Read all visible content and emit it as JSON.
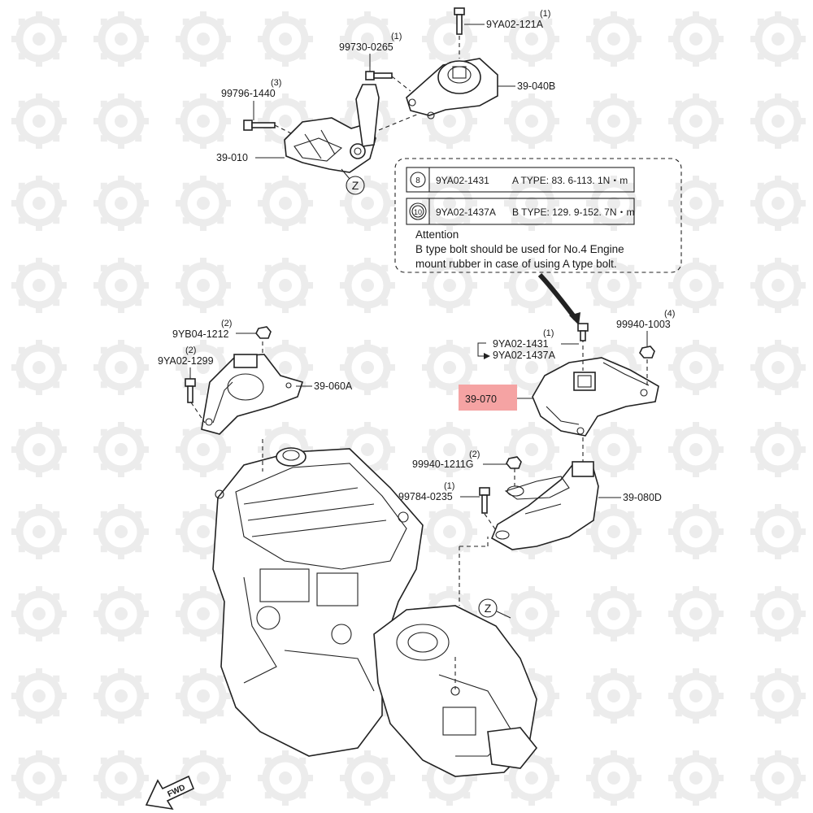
{
  "callouts": {
    "bolt_top": {
      "part": "9YA02-121A",
      "qty": "(1)"
    },
    "bolt_upper": {
      "part": "99730-0265",
      "qty": "(1)"
    },
    "bolt_left": {
      "part": "99796-1440",
      "qty": "(3)"
    },
    "mount_040B": {
      "part": "39-040B"
    },
    "mount_010": {
      "part": "39-010"
    },
    "nut_left": {
      "part": "9YB04-1212",
      "qty": "(2)"
    },
    "bolt_left2": {
      "part": "9YA02-1299",
      "qty": "(2)"
    },
    "mount_060A": {
      "part": "39-060A"
    },
    "bolt_a": {
      "part": "9YA02-1431",
      "qty": "(1)"
    },
    "bolt_b": {
      "part": "9YA02-1437A"
    },
    "nut_right": {
      "part": "99940-1003",
      "qty": "(4)"
    },
    "mount_070": {
      "part": "39-070"
    },
    "nut_g": {
      "part": "99940-1211G",
      "qty": "(2)"
    },
    "bolt_0235": {
      "part": "99784-0235",
      "qty": "(1)"
    },
    "mount_080D": {
      "part": "39-080D"
    }
  },
  "info_box": {
    "row_a": {
      "symbol": "8",
      "part": "9YA02-1431",
      "spec": "A TYPE: 83. 6-113. 1N・m"
    },
    "row_b": {
      "symbol": "10",
      "part": "9YA02-1437A",
      "spec": "B TYPE: 129. 9-152. 7N・m"
    },
    "attention_title": "Attention",
    "attention_line1": "B type bolt should be used for No.4 Engine",
    "attention_line2": "mount rubber in case of using A type bolt."
  },
  "view_marks": {
    "z_upper": "Z",
    "z_lower": "Z"
  },
  "fwd_arrow": "FWD",
  "highlight_color": "#f5a3a3"
}
